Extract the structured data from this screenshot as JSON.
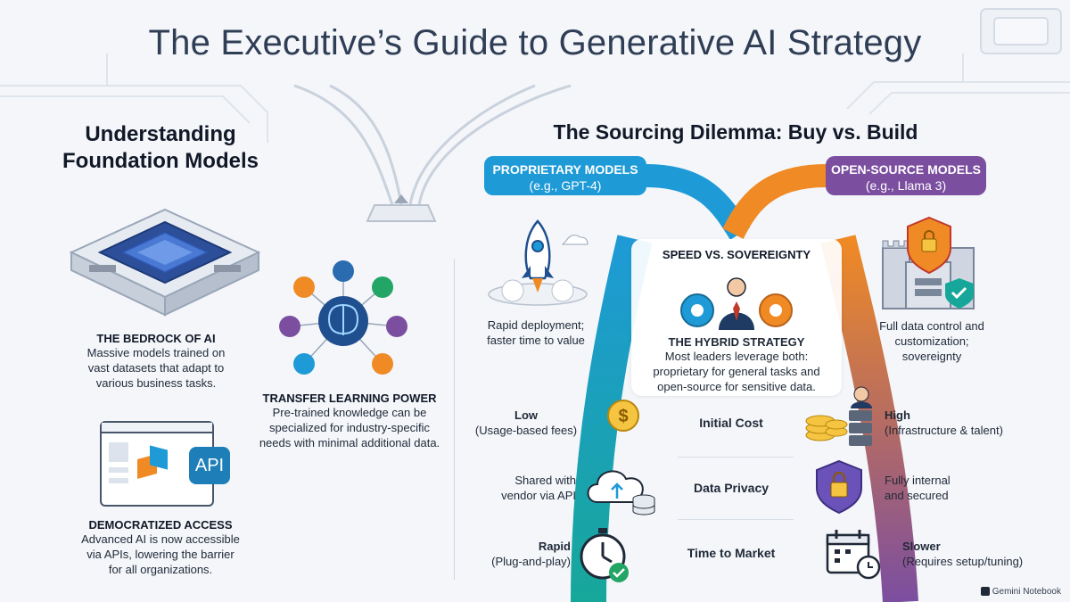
{
  "title": "The Executive’s Guide to Generative AI Strategy",
  "left": {
    "heading_line1": "Understanding",
    "heading_line2": "Foundation Models",
    "bedrock": {
      "label": "THE BEDROCK OF AI",
      "line1": "Massive models trained on",
      "line2": "vast datasets that adapt to",
      "line3": "various business tasks."
    },
    "transfer": {
      "label": "TRANSFER LEARNING POWER",
      "line1": "Pre-trained knowledge can be",
      "line2": "specialized for industry-specific",
      "line3": "needs with minimal additional data."
    },
    "democratized": {
      "label": "DEMOCRATIZED ACCESS",
      "line1": "Advanced AI is now accessible",
      "line2": "via APIs, lowering the barrier",
      "line3": "for all organizations."
    },
    "api_badge": "API"
  },
  "right": {
    "heading": "The Sourcing Dilemma: Buy vs. Build",
    "proprietary": {
      "title": "PROPRIETARY MODELS",
      "example": "(e.g., GPT-4)"
    },
    "opensource": {
      "title": "OPEN-SOURCE MODELS",
      "example": "(e.g., Llama 3)"
    },
    "proprietary_benefit_line1": "Rapid deployment;",
    "proprietary_benefit_line2": "faster time to value",
    "opensource_benefit_line1": "Full data control and",
    "opensource_benefit_line2": "customization;",
    "opensource_benefit_line3": "sovereignty",
    "center": {
      "top_label": "SPEED VS. SOVEREIGNTY",
      "hybrid_title": "THE HYBRID STRATEGY",
      "hybrid_line1": "Most leaders leverage both:",
      "hybrid_line2": "proprietary for general tasks and",
      "hybrid_line3": "open-source for sensitive data."
    },
    "rows": [
      {
        "label": "Initial Cost",
        "left_main": "Low",
        "left_sub": "(Usage-based fees)",
        "right_main": "High",
        "right_sub": "(Infrastructure & talent)"
      },
      {
        "label": "Data Privacy",
        "left_main": "Shared with",
        "left_sub": "vendor via API",
        "right_main": "Fully internal",
        "right_sub": "and secured"
      },
      {
        "label": "Time to Market",
        "left_main": "Rapid",
        "left_sub": "(Plug-and-play)",
        "right_main": "Slower",
        "right_sub": "(Requires setup/tuning)"
      }
    ]
  },
  "footer": "Gemini Notebook",
  "colors": {
    "blue": "#1e9ad6",
    "teal": "#17a79a",
    "orange": "#f08a24",
    "purple": "#7b4ea0",
    "title": "#2f3e55"
  }
}
